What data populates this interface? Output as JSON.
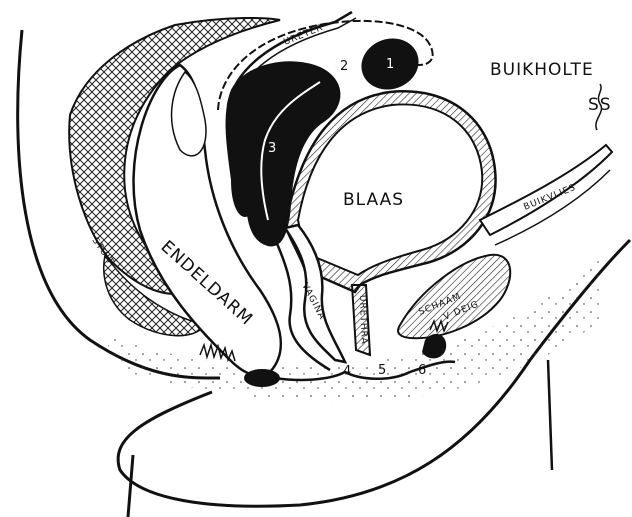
{
  "labels": {
    "ureter": "URETER",
    "buikholte": "BUIKHOLTE",
    "ss": "SS",
    "blaas": "BLAAS",
    "buikvlies": "BUIKVLIES",
    "endeldarm": "ENDELDARM",
    "schaam": "SCHAAM",
    "schaam_sub": "V DEIG",
    "vagina": "VAGINA",
    "urethra": "URETHRA",
    "stuit": "STUIT"
  },
  "numbers": {
    "n1": "1",
    "n2": "2",
    "n3": "3",
    "n4": "4",
    "n5": "5",
    "n6": "6"
  }
}
